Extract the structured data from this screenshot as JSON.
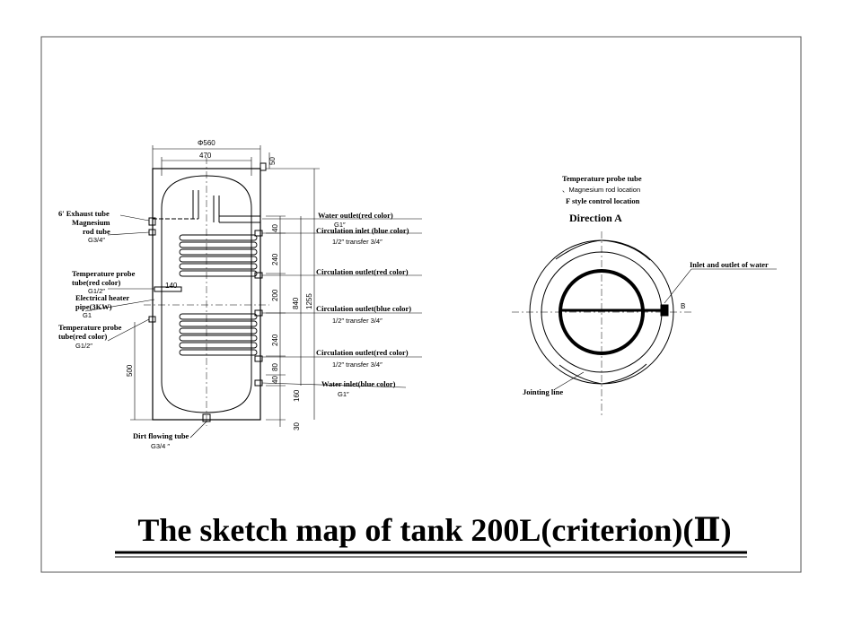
{
  "title": "The sketch map of tank 200L(criterion)(Ⅱ)",
  "dimensions": {
    "outer_diameter": "Φ560",
    "inner_width": "470",
    "top_offset": "50",
    "coil_gap_top": "40",
    "upper_coil": "240",
    "middle_gap": "200",
    "lower_coil": "240",
    "bottom_gap_a": "80",
    "bottom_gap_b": "40",
    "bottom_height": "160",
    "feet": "30",
    "body_height": "840",
    "total_height": "1255",
    "probe_height": "140",
    "lower_height": "500"
  },
  "left_labels": {
    "exhaust": "6′ Exhaust tube",
    "magnesium": "Magnesium",
    "rod_tube": "rod tube",
    "rod_size": "G3/4″",
    "probe_upper_1": "Temperature probe",
    "probe_upper_2": "tube(red color)",
    "probe_upper_size": "G1/2″",
    "heater_1": "Electrical heater",
    "heater_2": "pipe(3KW)",
    "heater_size": "G1",
    "probe_lower_1": "Temperature probe",
    "probe_lower_2": "tube(red color)",
    "probe_lower_size": "G1/2″",
    "dirt": "Dirt flowing tube",
    "dirt_size": "G3/4 ″"
  },
  "right_labels": {
    "water_outlet": "Water outlet(red color)",
    "water_outlet_size": "G1″",
    "circ_inlet": "Circulation inlet (blue color)",
    "circ_inlet_sub": "1/2″ transfer 3/4″",
    "circ_outlet_red": "Circulation outlet(red color)",
    "circ_outlet_blue": "Circulation outlet(blue color)",
    "circ_outlet_blue_sub": "1/2″ transfer 3/4″",
    "circ_outlet_red2": "Circulation outlet(red color)",
    "circ_outlet_red2_sub": "1/2″ transfer 3/4″",
    "water_inlet": "Water inlet(blue color)",
    "water_inlet_size": "G1″"
  },
  "top_view": {
    "probe_tube": "Temperature probe tube",
    "magnesium_loc": "、Magnesium rod location",
    "f_style": "F style control location",
    "direction": "Direction A",
    "inlet_outlet": "Inlet and outlet of water",
    "jointing": "Jointing line",
    "marker_b": "B"
  }
}
